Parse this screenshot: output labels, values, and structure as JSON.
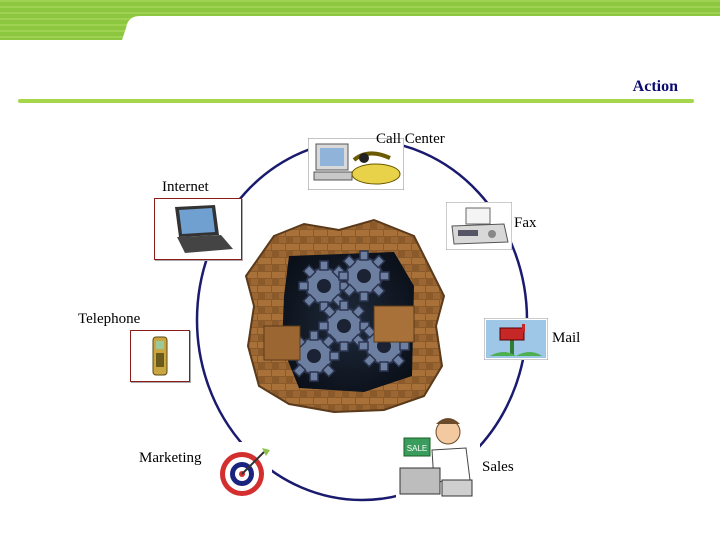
{
  "slide": {
    "title": "Action",
    "accent_color": "#8dc63f",
    "line_color": "#a6d64a",
    "title_color": "#0b0b72"
  },
  "channels": [
    {
      "label": "Call Center",
      "icon": "call-center-icon"
    },
    {
      "label": "Internet",
      "icon": "laptop-icon"
    },
    {
      "label": "Fax",
      "icon": "fax-icon"
    },
    {
      "label": "Telephone",
      "icon": "mobile-phone-icon"
    },
    {
      "label": "Mail",
      "icon": "mailbox-icon"
    },
    {
      "label": "Marketing",
      "icon": "target-icon"
    },
    {
      "label": "Sales",
      "icon": "salesman-icon"
    }
  ],
  "center": {
    "icon": "gears-wall-icon"
  },
  "sales_sign": "SALE"
}
